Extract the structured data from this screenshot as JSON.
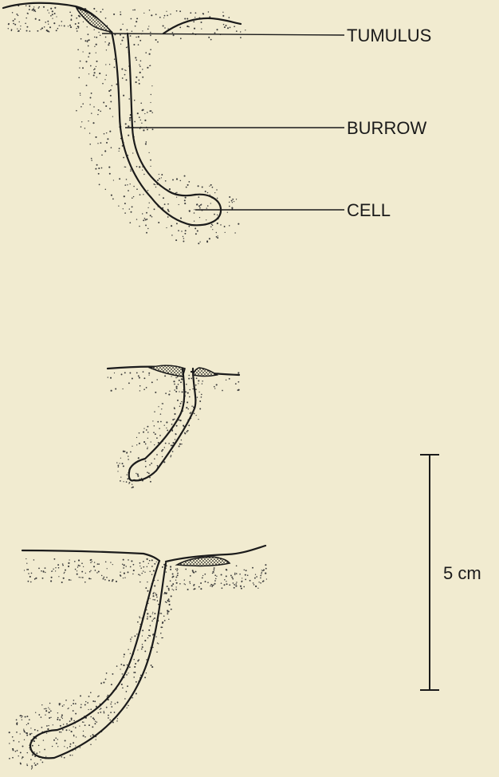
{
  "labels": {
    "tumulus": "TUMULUS",
    "burrow": "BURROW",
    "cell": "CELL"
  },
  "scale": {
    "text": "5 cm"
  },
  "colors": {
    "background": "#f1ebd0",
    "ink": "#1b1b1b"
  }
}
